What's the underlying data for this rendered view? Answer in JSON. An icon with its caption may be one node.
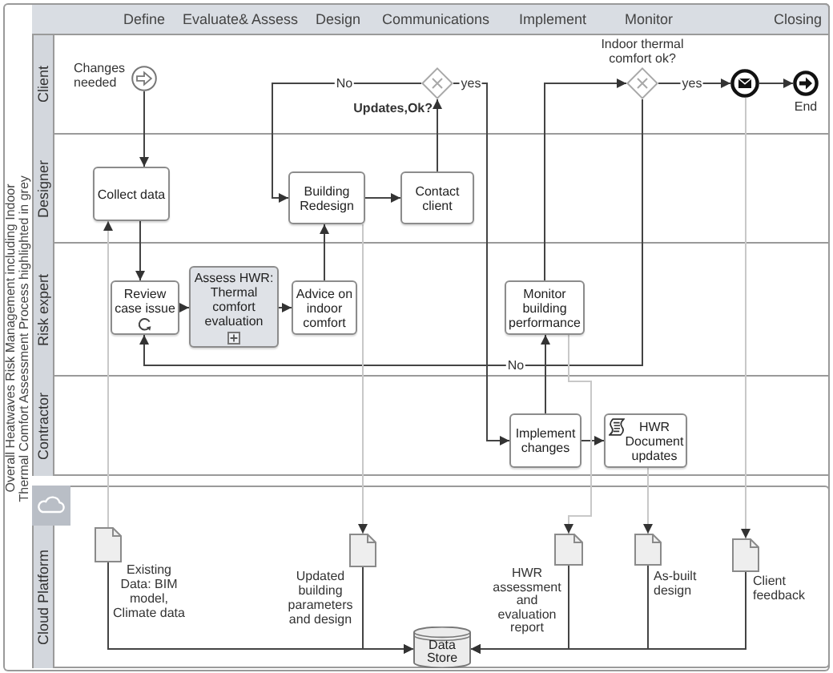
{
  "diagram": {
    "nodes": [
      {
        "text": [
          "Overall Heatwaves Risk Management including Indoor Thermal Comfort Assessment Process highlighted in grey"
        ]
      },
      {
        "text": [
          "Client"
        ],
        "in": 0
      },
      {
        "text": [
          "Changes needed"
        ],
        "in": 1
      },
      {
        "text": [
          "Updates,Ok?"
        ],
        "in": 1
      },
      {
        "text": [
          "Indoor thermal comfort ok?"
        ],
        "in": 1
      },
      {
        "text": [],
        "shape": "circle",
        "in": 1
      },
      {
        "text": [
          "End"
        ],
        "in": 1
      },
      {
        "text": [
          "Designer"
        ],
        "in": 0
      },
      {
        "text": [
          "Collect data"
        ],
        "in": 7
      },
      {
        "text": [
          "Building Redesign"
        ],
        "in": 7
      },
      {
        "text": [
          "Contact client"
        ],
        "in": 7
      },
      {
        "text": [
          "Risk expert"
        ],
        "in": 0
      },
      {
        "text": [
          "Review case issue"
        ],
        "in": 11
      },
      {
        "text": [
          "Assess HWR: Thermal comfort evaluation"
        ],
        "in": 11
      },
      {
        "text": [
          "Advice on indoor comfort"
        ],
        "in": 11
      },
      {
        "text": [
          "Monitor building performance"
        ],
        "in": 11
      },
      {
        "text": [
          "Contractor"
        ],
        "in": 0
      },
      {
        "text": [
          "Implement changes"
        ],
        "in": 16
      },
      {
        "text": [
          "HWR Document updates"
        ],
        "in": 16
      },
      {
        "text": [
          "Cloud Platform"
        ],
        "in": 0
      },
      {
        "text": [
          "Existing Data: BIM model, Climate data"
        ],
        "in": 19
      },
      {
        "text": [
          "Updated building parameters and design"
        ],
        "in": 19
      },
      {
        "text": [
          "HWR assessment and evaluation report"
        ],
        "in": 19
      },
      {
        "text": [
          "As-built design"
        ],
        "in": 19
      },
      {
        "text": [
          "Client feedback"
        ],
        "in": 19
      },
      {
        "text": [
          "Data Store"
        ],
        "in": 19
      }
    ],
    "edges": [
      {
        "from": 2,
        "to": 8,
        "arrow": "to"
      },
      {
        "from": 20,
        "to": 8,
        "arrow": "to",
        "color": "#c8c8c8"
      },
      {
        "from": 8,
        "to": 12,
        "arrow": "to"
      },
      {
        "from": 12,
        "to": 13,
        "arrow": "to"
      },
      {
        "from": 13,
        "to": 14,
        "arrow": "to"
      },
      {
        "from": 14,
        "to": 9,
        "arrow": "to"
      },
      {
        "from": 9,
        "to": 10,
        "arrow": "to"
      },
      {
        "from": 10,
        "to": 3,
        "arrow": "to"
      },
      {
        "from": 3,
        "to": 9,
        "arrow": "to",
        "label": "No"
      },
      {
        "from": 3,
        "to": 17,
        "arrow": "to",
        "label": "yes"
      },
      {
        "from": 17,
        "to": 18,
        "arrow": "to"
      },
      {
        "from": 17,
        "to": 15,
        "arrow": "to"
      },
      {
        "from": 15,
        "to": 4,
        "arrow": "to"
      },
      {
        "from": 4,
        "to": 12,
        "arrow": "to",
        "label": "No"
      },
      {
        "from": 4,
        "to": 5,
        "arrow": "to",
        "label": "yes"
      },
      {
        "from": 5,
        "to": 6,
        "arrow": "to"
      },
      {
        "from": 9,
        "to": 21,
        "arrow": "to",
        "color": "#c8c8c8"
      },
      {
        "from": 15,
        "to": 22,
        "arrow": "to",
        "color": "#c8c8c8"
      },
      {
        "from": 18,
        "to": 23,
        "arrow": "to",
        "color": "#c8c8c8"
      },
      {
        "from": 5,
        "to": 24,
        "arrow": "to",
        "color": "#c8c8c8"
      },
      {
        "from": 20,
        "to": 25,
        "arrow": "to"
      },
      {
        "from": 21,
        "to": 25,
        "arrow": "to"
      },
      {
        "from": 22,
        "to": 25,
        "arrow": "to"
      },
      {
        "from": 23,
        "to": 25,
        "arrow": "to"
      },
      {
        "from": 24,
        "to": 25,
        "arrow": "to"
      }
    ],
    "labels": [
      "Define",
      "Evaluate& Assess",
      "Design",
      "Communications",
      "Implement",
      "Monitor",
      "Closing"
    ]
  }
}
